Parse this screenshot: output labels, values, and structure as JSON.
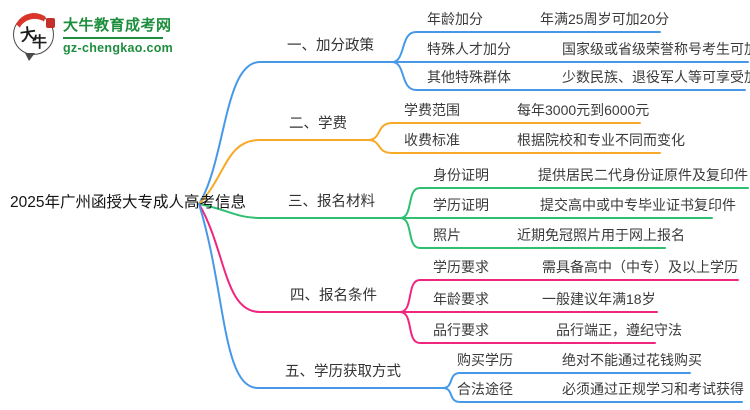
{
  "page": {
    "background": "#ffffff"
  },
  "logo": {
    "bubble_text_1": "大",
    "bubble_text_2": "牛",
    "title": "大牛教育成考网",
    "domain": "gz-chengkao.com",
    "green": "#1E8E3E",
    "red": "#D9352A"
  },
  "colors": {
    "blue": "#4799E8",
    "orange": "#F7A928",
    "green": "#2FBF71",
    "pink": "#F0267E",
    "text": "#3B3B3B"
  },
  "mindmap": {
    "root": {
      "label": "2025年广州函授大专成人高考信息"
    },
    "branches": [
      {
        "label": "一、加分政策",
        "color": "#4799E8",
        "children": [
          {
            "label": "年龄加分",
            "value": "年满25周岁可加20分"
          },
          {
            "label": "特殊人才加分",
            "value": "国家级或省级荣誉称号考生可加分"
          },
          {
            "label": "其他特殊群体",
            "value": "少数民族、退役军人等可享受加分"
          }
        ]
      },
      {
        "label": "二、学费",
        "color": "#F7A928",
        "children": [
          {
            "label": "学费范围",
            "value": "每年3000元到6000元"
          },
          {
            "label": "收费标准",
            "value": "根据院校和专业不同而变化"
          }
        ]
      },
      {
        "label": "三、报名材料",
        "color": "#2FBF71",
        "children": [
          {
            "label": "身份证明",
            "value": "提供居民二代身份证原件及复印件"
          },
          {
            "label": "学历证明",
            "value": "提交高中或中专毕业证书复印件"
          },
          {
            "label": "照片",
            "value": "近期免冠照片用于网上报名"
          }
        ]
      },
      {
        "label": "四、报名条件",
        "color": "#F0267E",
        "children": [
          {
            "label": "学历要求",
            "value": "需具备高中（中专）及以上学历"
          },
          {
            "label": "年龄要求",
            "value": "一般建议年满18岁"
          },
          {
            "label": "品行要求",
            "value": "品行端正，遵纪守法"
          }
        ]
      },
      {
        "label": "五、学历获取方式",
        "color": "#4799E8",
        "children": [
          {
            "label": "购买学历",
            "value": "绝对不能通过花钱购买"
          },
          {
            "label": "合法途径",
            "value": "必须通过正规学习和考试获得"
          }
        ]
      }
    ]
  }
}
